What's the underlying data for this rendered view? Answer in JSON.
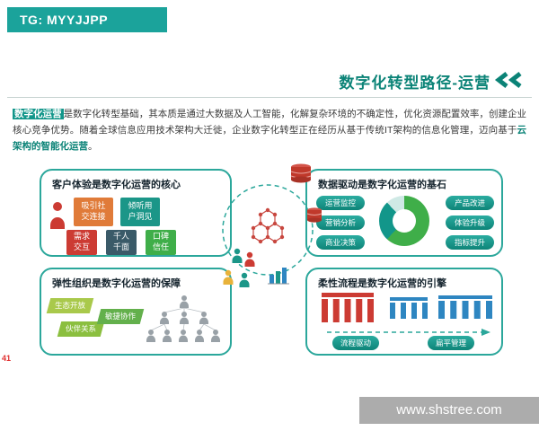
{
  "banner": {
    "text": "TG: MYYJJPP"
  },
  "header": {
    "title": "数字化转型路径-运营",
    "accent_color": "#0b8377"
  },
  "intro": {
    "lead": "数字化运营",
    "body": "是数字化转型基础，其本质是通过大数据及人工智能，化解复杂环境的不确定性，优化资源配置效率，创建企业核心竞争优势。随着全球信息应用技术架构大迁徙，企业数字化转型正在经历从基于传统IT架构的信息化管理，迈向基于",
    "tail": "云架构的智能化运营",
    "period": "。"
  },
  "panels": {
    "customer": {
      "title": "客户体验是数字化运营的核心",
      "tags": [
        {
          "label": "吸引社\n交连接",
          "color": "#e07b39"
        },
        {
          "label": "倾听用\n户洞见",
          "color": "#1b9688"
        },
        {
          "label": "需求\n交互",
          "color": "#cc3b33"
        },
        {
          "label": "千人\n千面",
          "color": "#3a5a68"
        },
        {
          "label": "口碑\n信任",
          "color": "#3fae49"
        }
      ]
    },
    "data": {
      "title": "数据驱动是数字化运营的基石",
      "left_items": [
        "运营监控",
        "营销分析",
        "商业决策"
      ],
      "right_items": [
        "产品改进",
        "体验升级",
        "指标提升"
      ],
      "donut_segments": [
        {
          "name": "green",
          "color": "#3fae49",
          "pct": 62
        },
        {
          "name": "teal",
          "color": "#12968a",
          "pct": 26
        },
        {
          "name": "light",
          "color": "#cfe9e5",
          "pct": 12
        }
      ]
    },
    "org": {
      "title": "弹性组织是数字化运营的保障",
      "tags": [
        {
          "label": "生态开放",
          "color": "#a9c94b"
        },
        {
          "label": "伙伴关系",
          "color": "#8bbf3f"
        },
        {
          "label": "敏捷协作",
          "color": "#63b04c"
        }
      ]
    },
    "process": {
      "title": "柔性流程是数字化运营的引擎",
      "labels": [
        "流程驱动",
        "扁平管理"
      ],
      "colors": {
        "red": "#cc3b33",
        "blue": "#2e86c1",
        "arrow": "#2ba79b"
      }
    }
  },
  "footer": {
    "page_number": "41",
    "watermark": "www.shstree.com"
  }
}
